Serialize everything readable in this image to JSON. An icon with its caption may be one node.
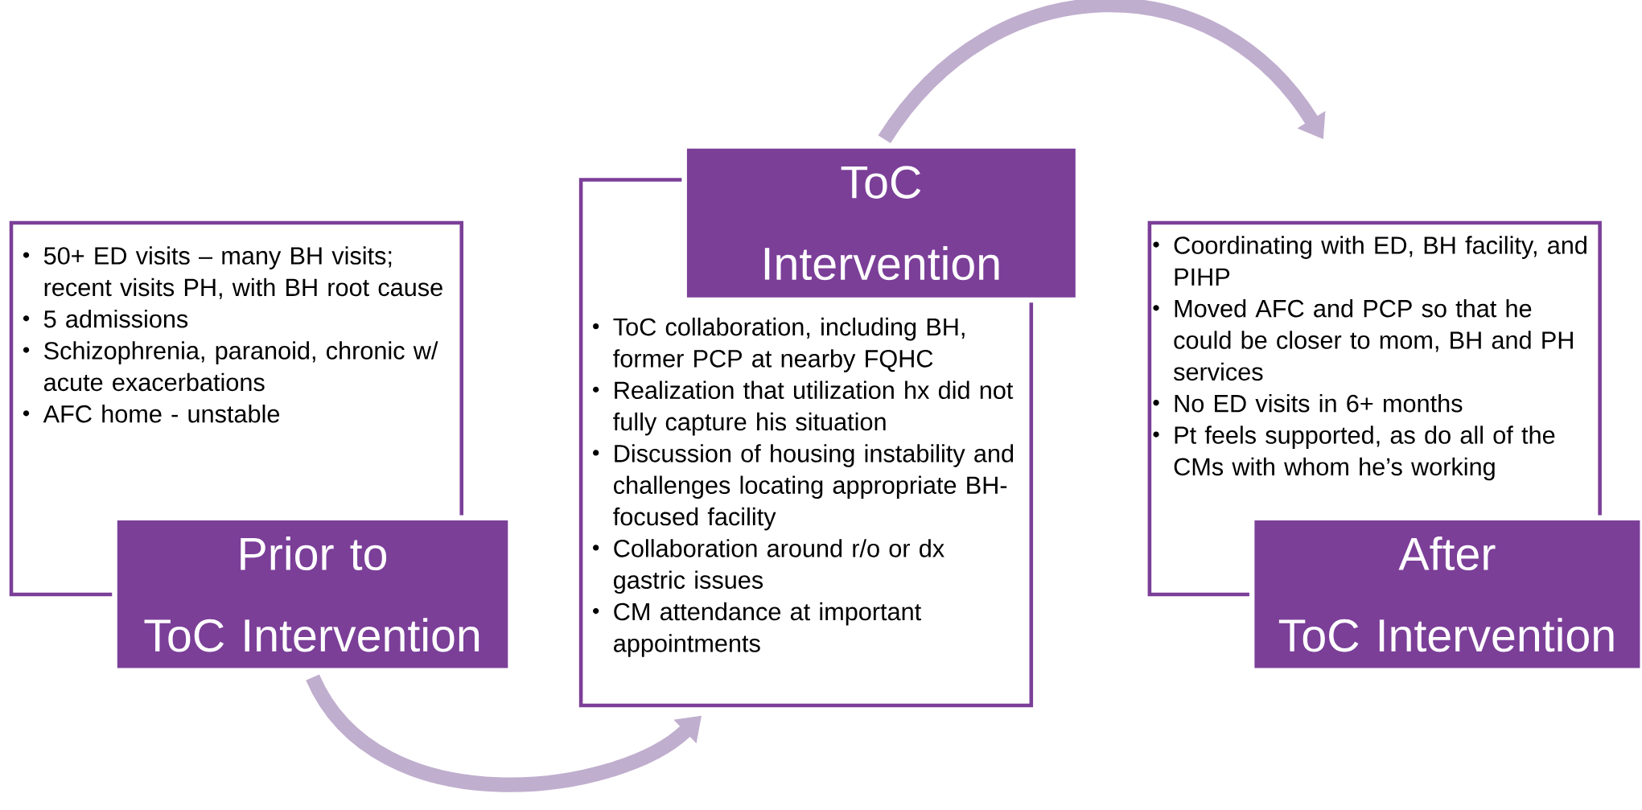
{
  "diagram": {
    "nodes": [
      {
        "text": [
          "50+ ED visits – many BH visits; recent visits PH, with BH root cause",
          "5 admissions",
          "Schizophrenia, paranoid, chronic w/ acute exacerbations",
          "AFC home - unstable"
        ]
      },
      {
        "text": [
          "Prior to ToC Intervention"
        ]
      },
      {
        "text": [
          "ToC Intervention"
        ]
      },
      {
        "text": [
          "ToC collaboration, including BH, former PCP at nearby FQHC",
          "Realization that utilization hx did not fully capture his situation",
          "Discussion of housing instability and challenges locating appropriate BH-focused facility",
          "Collaboration around r/o or dx gastric issues",
          "CM attendance at important appointments"
        ]
      },
      {
        "text": [
          "Coordinating with ED, BH facility, and PIHP",
          "Moved AFC and PCP so that he could be closer to mom, BH and PH services",
          "No ED visits in 6+ months",
          "Pt feels supported, as do all of the CMs with whom he’s working"
        ]
      },
      {
        "text": [
          "After ToC Intervention"
        ]
      }
    ],
    "edges": [
      {
        "from": 1,
        "to": 3,
        "arrow": "to"
      },
      {
        "from": 2,
        "to": 4,
        "arrow": "to"
      }
    ]
  }
}
